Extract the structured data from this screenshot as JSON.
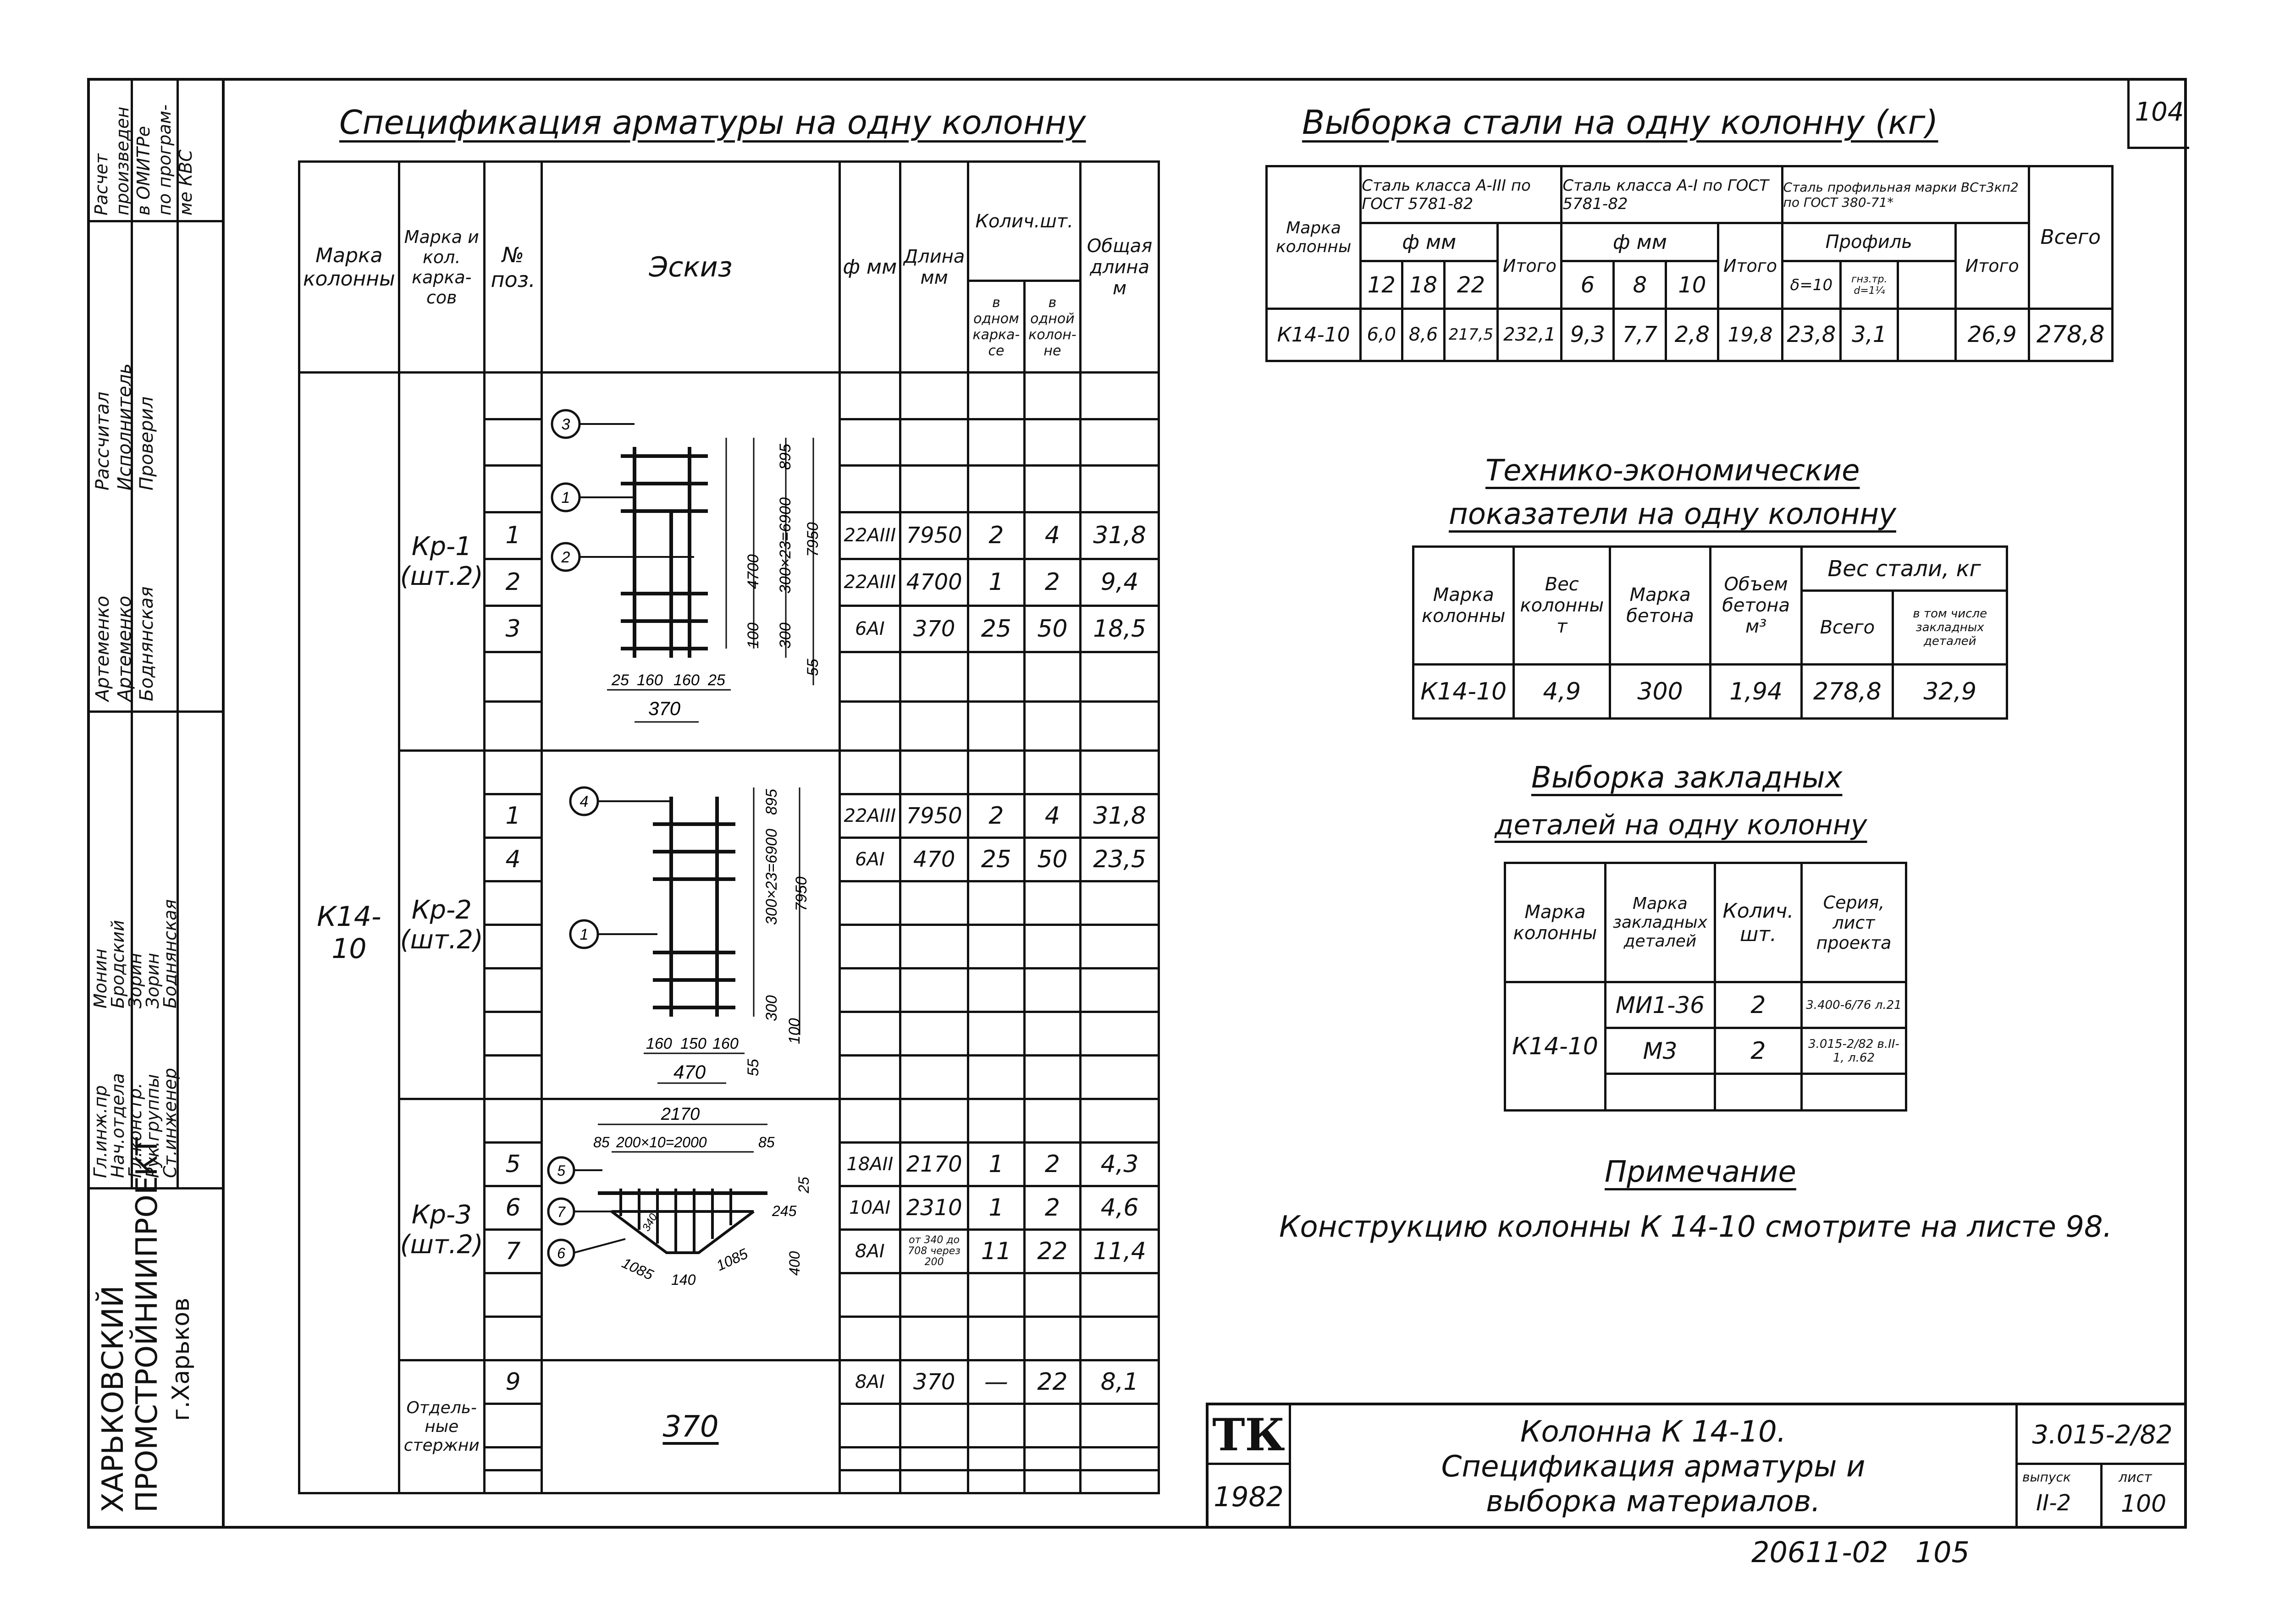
{
  "sheet_number_corner": "104",
  "bottom_stamp": "20611-02   105",
  "note_text": "Конструкцию колонны К 14-10 смотрите на листе 98.",
  "note_title": "Примечание",
  "title_block": {
    "logo": "ТК",
    "year": "1982",
    "title_line1": "Колонна К 14-10.",
    "title_line2": "Спецификация арматуры и",
    "title_line3": "выборка     материалов.",
    "series": "3.015-2/82",
    "issue_label": "выпуск",
    "issue": "II-2",
    "sheet_label": "лист",
    "sheet": "100"
  },
  "sidebar": {
    "org_line1": "ХАРЬКОВСКИЙ",
    "org_line2": "ПРОМСТРОЙНИИПРОЕКТ",
    "org_line3": "г.Харьков",
    "roles": [
      "Гл.инж.пр",
      "Нач.отдела",
      "Гл.констр.",
      "Рук.группы",
      "Ст.инженер"
    ],
    "names": [
      "Монин",
      "Бродский",
      "Зорин",
      "Зорин",
      "Боднянская"
    ],
    "roles2": [
      "Рассчитал",
      "Исполнитель",
      "Проверил"
    ],
    "names2": [
      "Артеменко",
      "Артеменко",
      "Боднянская"
    ],
    "calc_note": [
      "Расчет",
      "произведен",
      "в ОМИТРе",
      "по програм-",
      "ме КВС"
    ]
  },
  "spec": {
    "title": "Спецификация арматуры на одну колонну",
    "headers": {
      "marka_kol": "Марка колонны",
      "marka_karkas": "Марка и кол. карка-сов",
      "num_poz": "№ поз.",
      "eskiz": "Эскиз",
      "d": "ф мм",
      "len": "Длина мм",
      "qty": "Колич.шт.",
      "qty_karkas": "в одном карка-се",
      "qty_col": "в одной колон-не",
      "total": "Общая длина м"
    },
    "column_mark": "К14-10",
    "groups": [
      {
        "name": "Кр-1",
        "count": "(шт.2)",
        "rows": [
          {
            "pos": "1",
            "d": "22АIII",
            "len": "7950",
            "q1": "2",
            "q2": "4",
            "tot": "31,8"
          },
          {
            "pos": "2",
            "d": "22АIII",
            "len": "4700",
            "q1": "1",
            "q2": "2",
            "tot": "9,4"
          },
          {
            "pos": "3",
            "d": "6АI",
            "len": "370",
            "q1": "25",
            "q2": "50",
            "tot": "18,5"
          }
        ]
      },
      {
        "name": "Кр-2",
        "count": "(шт.2)",
        "rows": [
          {
            "pos": "1",
            "d": "22АIII",
            "len": "7950",
            "q1": "2",
            "q2": "4",
            "tot": "31,8"
          },
          {
            "pos": "4",
            "d": "6АI",
            "len": "470",
            "q1": "25",
            "q2": "50",
            "tot": "23,5"
          }
        ]
      },
      {
        "name": "Кр-3",
        "count": "(шт.2)",
        "rows": [
          {
            "pos": "5",
            "d": "18АII",
            "len": "2170",
            "q1": "1",
            "q2": "2",
            "tot": "4,3"
          },
          {
            "pos": "6",
            "d": "10АI",
            "len": "2310",
            "q1": "1",
            "q2": "2",
            "tot": "4,6"
          },
          {
            "pos": "7",
            "d": "8АI",
            "len": "от 340 до 708 через 200",
            "q1": "11",
            "q2": "22",
            "tot": "11,4"
          }
        ]
      },
      {
        "name": "Отдель-ные стержни",
        "count": "",
        "rows": [
          {
            "pos": "9",
            "d": "8АI",
            "len": "370",
            "q1": "—",
            "q2": "22",
            "tot": "8,1"
          }
        ]
      }
    ],
    "sketch1": {
      "dim_total": "7950",
      "dim_top": "300×23=6900",
      "dim_top2": "895",
      "dim_mid": "4700",
      "dim_low1": "100",
      "dim_low2": "300",
      "dim_bot": "55",
      "w1": "25",
      "w2": "160",
      "w3": "160",
      "w4": "25",
      "width": "370",
      "c1": "3",
      "c2": "1",
      "c3": "2"
    },
    "sketch2": {
      "dim_total": "7950",
      "dim_top": "300×23=6900",
      "dim_top2": "895",
      "dim_low1": "300",
      "dim_low2": "100",
      "dim_bot": "55",
      "w1": "160",
      "w2": "150",
      "w3": "160",
      "width": "470",
      "c1": "4",
      "c2": "1"
    },
    "sketch3": {
      "overall": "2170",
      "inner": "200×10=2000",
      "e1": "85",
      "e2": "85",
      "h1": "25",
      "h2": "245",
      "s1": "1085",
      "s2": "140",
      "s3": "1085",
      "h3": "400",
      "h4": "340",
      "c1": "5",
      "c2": "7",
      "c3": "6"
    },
    "sketch4": {
      "len": "370"
    }
  },
  "steel": {
    "title": "Выборка стали на одну колонну (кг)",
    "h_marka": "Марка колонны",
    "g1": "Сталь класса А-III по ГОСТ 5781-82",
    "g2": "Сталь класса А-I по ГОСТ 5781-82",
    "g3": "Сталь профильная марки ВСт3кп2 по ГОСТ 380-71*",
    "sub1": "ф мм",
    "sub2": "ф мм",
    "sub3": "Профиль",
    "d1": [
      "12",
      "18",
      "22"
    ],
    "d2": [
      "6",
      "8",
      "10"
    ],
    "d3": [
      "δ=10",
      "гнз.тр. d=1¼"
    ],
    "itogo": "Итого",
    "vsego": "Всего",
    "row": {
      "mark": "К14-10",
      "a": [
        "6,0",
        "8,6",
        "217,5"
      ],
      "a_tot": "232,1",
      "b": [
        "9,3",
        "7,7",
        "2,8"
      ],
      "b_tot": "19,8",
      "c": [
        "23,8",
        "3,1"
      ],
      "c_tot": "26,9",
      "total": "278,8"
    }
  },
  "tep": {
    "title1": "Технико-экономические",
    "title2": "показатели на одну колонну",
    "h": [
      "Марка колонны",
      "Вес колонны т",
      "Марка бетона",
      "Объем бетона м³",
      "Вес стали, кг"
    ],
    "h_sub": [
      "Всего",
      "в том числе закладных деталей"
    ],
    "row": [
      "К14-10",
      "4,9",
      "300",
      "1,94",
      "278,8",
      "32,9"
    ]
  },
  "emb": {
    "title1": "Выборка закладных",
    "title2": "деталей на одну колонну",
    "h": [
      "Марка колонны",
      "Марка закладных деталей",
      "Колич. шт.",
      "Серия, лист проекта"
    ],
    "mark": "К14-10",
    "rows": [
      {
        "m": "МИ1-36",
        "q": "2",
        "s": "3.400-6/76 л.21"
      },
      {
        "m": "М3",
        "q": "2",
        "s": "3.015-2/82 в.II-1, л.62"
      }
    ]
  }
}
